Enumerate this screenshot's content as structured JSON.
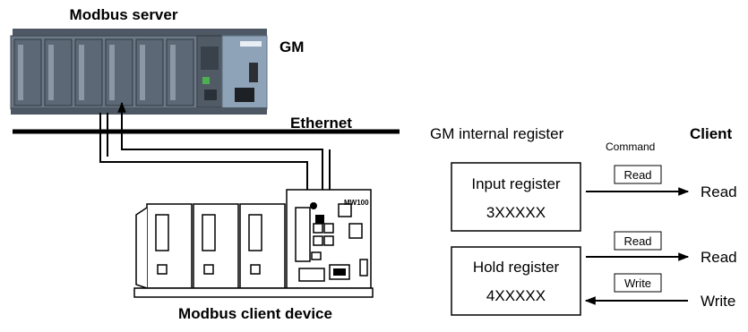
{
  "labels": {
    "modbus_server": "Modbus server",
    "gm": "GM",
    "ethernet": "Ethernet",
    "modbus_client_device": "Modbus client device",
    "mw100": "MW100",
    "gm_internal_register": "GM internal register",
    "command": "Command",
    "client": "Client"
  },
  "registers": [
    {
      "name": "Input register",
      "address": "3XXXXX",
      "commands": [
        {
          "command": "Read",
          "client_action": "Read",
          "direction": "to-client"
        }
      ]
    },
    {
      "name": "Hold register",
      "address": "4XXXXX",
      "commands": [
        {
          "command": "Read",
          "client_action": "Read",
          "direction": "to-client"
        },
        {
          "command": "Write",
          "client_action": "Write",
          "direction": "to-register"
        }
      ]
    }
  ],
  "colors": {
    "line": "#000000",
    "gm_body": "#7a8896",
    "gm_panel": "#8fa3b8",
    "mw_body": "#ffffff"
  }
}
